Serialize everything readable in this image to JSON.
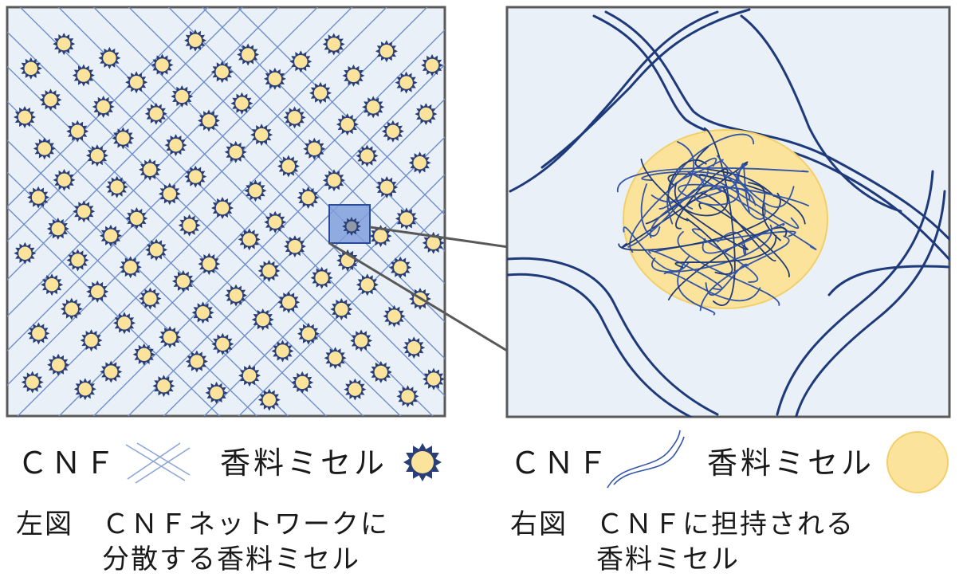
{
  "colors": {
    "panel_fill": "#eaf0f8",
    "panel_border": "#595959",
    "network_line": "#6f8fcc",
    "fiber_dark": "#1f3a7a",
    "fiber_mid": "#3355a8",
    "micelle_fill": "#fbe39b",
    "micelle_edge": "#2a3f78",
    "highlight_box": "#7f9fdc",
    "zoom_connector": "#595959"
  },
  "left_panel": {
    "description_icons": [
      "cnf-network",
      "fragrance-micelle-starburst"
    ],
    "highlight": "zoom-source-box"
  },
  "right_panel": {
    "description_icons": [
      "cnf-fiber",
      "fragrance-micelle-circle"
    ]
  },
  "legend_left": {
    "cnf_label": "ＣＮＦ",
    "micelle_label": "香料ミセル"
  },
  "legend_right": {
    "cnf_label": "ＣＮＦ",
    "micelle_label": "香料ミセル"
  },
  "caption_left": {
    "line1": "左図　ＣＮＦネットワークに",
    "line2": "　　　分散する香料ミセル"
  },
  "caption_right": {
    "line1": "右図　ＣＮＦに担持される",
    "line2": "　　　香料ミセル"
  }
}
